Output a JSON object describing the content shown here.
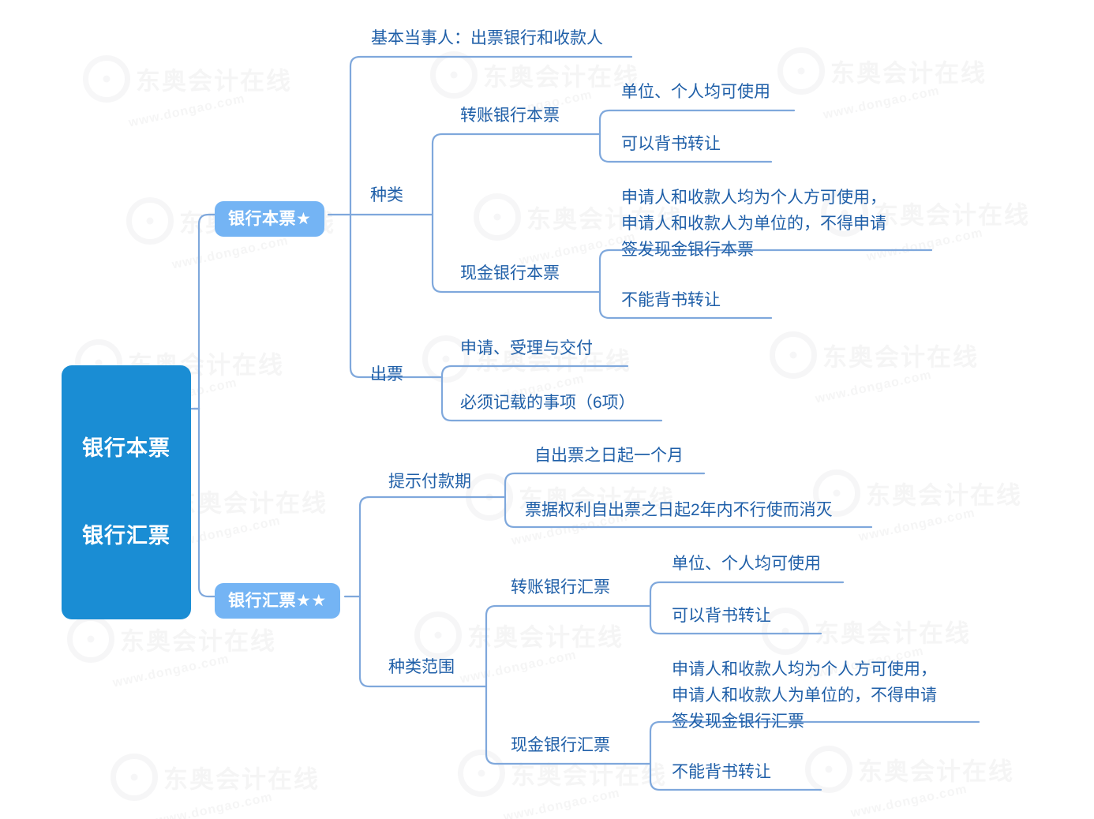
{
  "diagram": {
    "type": "mindmap",
    "title": "银行本票 银行汇票",
    "colors": {
      "root_fill": "#1A8DD4",
      "branch_fill": "#74B4F4",
      "text": "#1F5FA8",
      "connector": "#7FA8DC",
      "background": "#FFFFFF"
    },
    "watermark": {
      "brand": "东奥会计在线",
      "url": "www.dongao.com"
    }
  },
  "root": {
    "line1": "银行本票",
    "line2": "银行汇票",
    "label": "银行本票\n银行汇票"
  },
  "branches": [
    {
      "id": "bank-cashiers-check",
      "label": "银行本票★",
      "topics": [
        {
          "id": "basic-parties",
          "label": "基本当事人：出票银行和收款人",
          "leaves": []
        },
        {
          "id": "categories",
          "label": "种类",
          "children": [
            {
              "id": "transfer-cashiers-check",
              "label": "转账银行本票",
              "leaves": [
                "单位、个人均可使用",
                "可以背书转让"
              ]
            },
            {
              "id": "cash-cashiers-check",
              "label": "现金银行本票",
              "leaves": [
                "申请人和收款人均为个人方可使用，\n申请人和收款人为单位的，不得申请\n签发现金银行本票",
                "不能背书转让"
              ]
            }
          ]
        },
        {
          "id": "issuance",
          "label": "出票",
          "leaves": [
            "申请、受理与交付",
            "必须记载的事项（6项）"
          ]
        }
      ]
    },
    {
      "id": "bank-draft",
      "label": "银行汇票★★",
      "topics": [
        {
          "id": "presentation-period",
          "label": "提示付款期",
          "leaves": [
            "自出票之日起一个月",
            "票据权利自出票之日起2年内不行使而消灭"
          ]
        },
        {
          "id": "category-scope",
          "label": "种类范围",
          "children": [
            {
              "id": "transfer-bank-draft",
              "label": "转账银行汇票",
              "leaves": [
                "单位、个人均可使用",
                "可以背书转让"
              ]
            },
            {
              "id": "cash-bank-draft",
              "label": "现金银行汇票",
              "leaves": [
                "申请人和收款人均为个人方可使用，\n申请人和收款人为单位的，不得申请\n签发现金银行汇票",
                "不能背书转让"
              ]
            }
          ]
        }
      ]
    }
  ],
  "nodes_flat": {
    "basic_parties": "基本当事人：出票银行和收款人",
    "categories": "种类",
    "transfer_cashiers_check": "转账银行本票",
    "tcc_leaf1": "单位、个人均可使用",
    "tcc_leaf2": "可以背书转让",
    "cash_cashiers_check": "现金银行本票",
    "ccc_leaf1": "申请人和收款人均为个人方可使用，\n申请人和收款人为单位的，不得申请\n签发现金银行本票",
    "ccc_leaf2": "不能背书转让",
    "issuance": "出票",
    "iss_leaf1": "申请、受理与交付",
    "iss_leaf2": "必须记载的事项（6项）",
    "presentation_period": "提示付款期",
    "pp_leaf1": "自出票之日起一个月",
    "pp_leaf2": "票据权利自出票之日起2年内不行使而消灭",
    "category_scope": "种类范围",
    "transfer_bank_draft": "转账银行汇票",
    "tbd_leaf1": "单位、个人均可使用",
    "tbd_leaf2": "可以背书转让",
    "cash_bank_draft": "现金银行汇票",
    "cbd_leaf1": "申请人和收款人均为个人方可使用，\n申请人和收款人为单位的，不得申请\n签发现金银行汇票",
    "cbd_leaf2": "不能背书转让"
  }
}
